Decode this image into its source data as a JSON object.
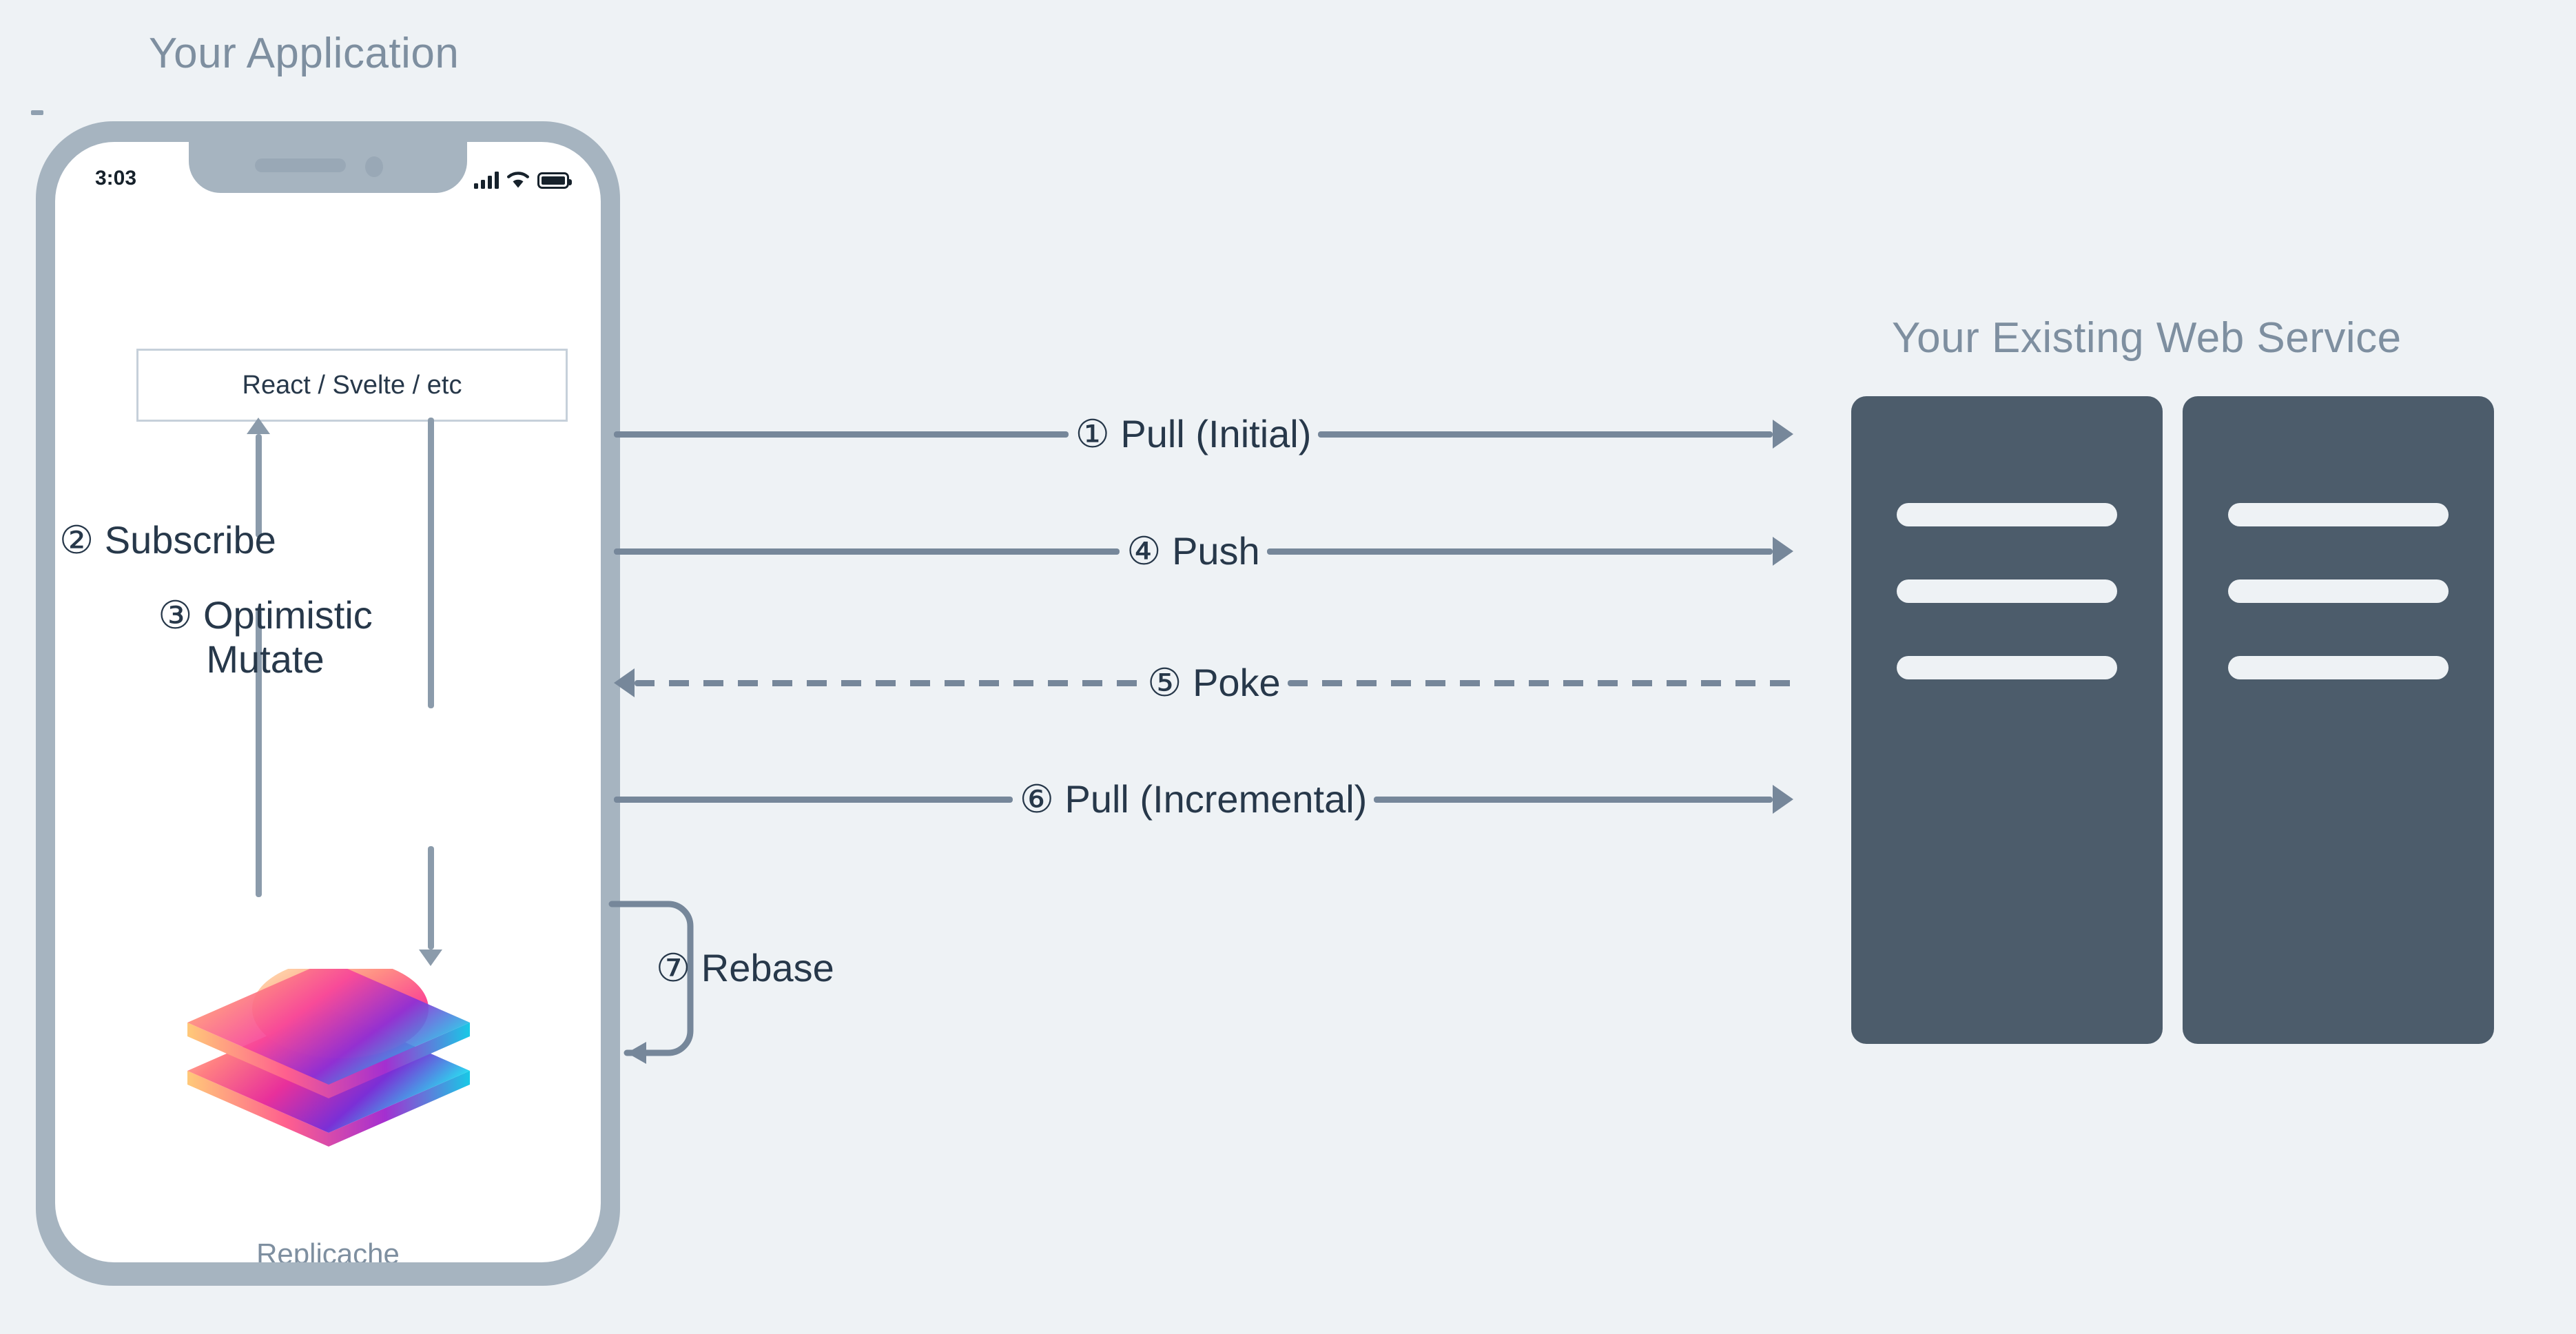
{
  "page": {
    "background_color": "#eef2f5",
    "accent_color": "#76879a",
    "title_color": "#7e8fa0",
    "text_color": "#27384a",
    "server_color": "#4c5c6b",
    "phone_frame_color": "#a6b4c0"
  },
  "app_section": {
    "title": "Your Application",
    "phone": {
      "status_bar": {
        "time": "3:03",
        "signal_icon": "cellular-signal-icon",
        "wifi_icon": "wifi-icon",
        "battery_icon": "battery-full-icon"
      },
      "framework_box": {
        "label": "React / Svelte / etc"
      },
      "local_store": {
        "name": "Replicache",
        "logo_icon": "replicache-layers-logo"
      },
      "internal_steps": [
        {
          "number": "②",
          "label": "Subscribe",
          "direction": "up"
        },
        {
          "number": "③",
          "label_line1": "Optimistic",
          "label_line2": "Mutate",
          "direction": "down"
        }
      ]
    }
  },
  "flows": [
    {
      "number": "①",
      "label": "Pull (Initial)",
      "direction": "right",
      "style": "solid"
    },
    {
      "number": "④",
      "label": "Push",
      "direction": "right",
      "style": "solid"
    },
    {
      "number": "⑤",
      "label": "Poke",
      "direction": "left",
      "style": "dashed"
    },
    {
      "number": "⑥",
      "label": "Pull (Incremental)",
      "direction": "right",
      "style": "solid"
    }
  ],
  "rebase": {
    "number": "⑦",
    "label": "Rebase",
    "direction": "loop-left"
  },
  "service_section": {
    "title": "Your Existing Web Service",
    "racks": [
      {
        "name": "server-rack-left",
        "bars": 3
      },
      {
        "name": "server-rack-right",
        "bars": 3
      }
    ]
  }
}
